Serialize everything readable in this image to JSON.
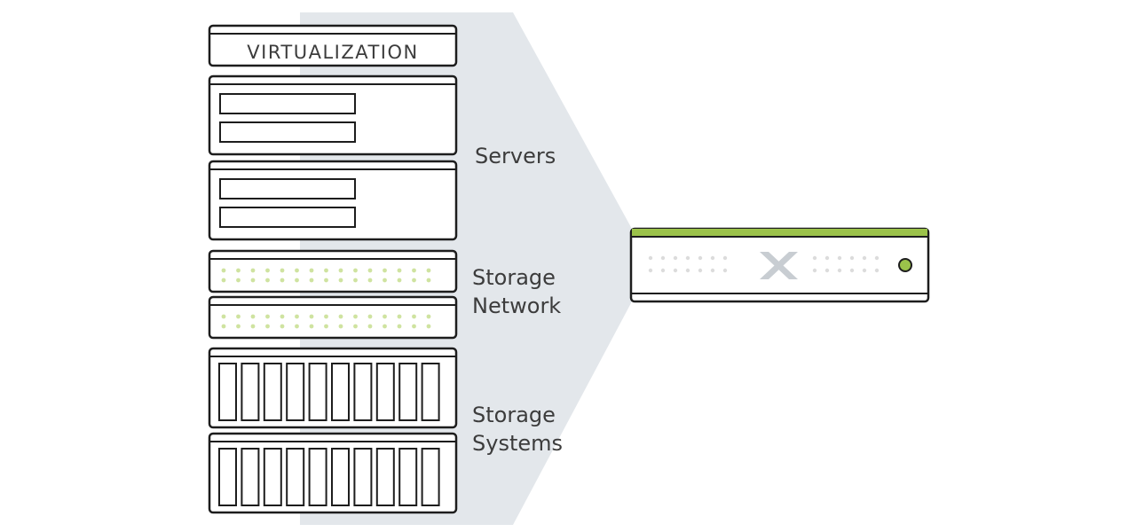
{
  "labels": {
    "virtualization": "VIRTUALIZATION",
    "servers": "Servers",
    "storage_network": [
      "Storage",
      "Network"
    ],
    "storage_systems": [
      "Storage",
      "Systems"
    ]
  },
  "colors": {
    "outline": "#1d1d1d",
    "funnel": "#e3e7eb",
    "accent_green": "#9bc24a",
    "dot_green": "#cfe3a0",
    "dot_gray": "#dcdcdc",
    "logo_gray": "#c8cdd2"
  },
  "icons": {
    "appliance_logo": "nutanix-x-logo-icon",
    "status_light": "status-led-icon"
  }
}
